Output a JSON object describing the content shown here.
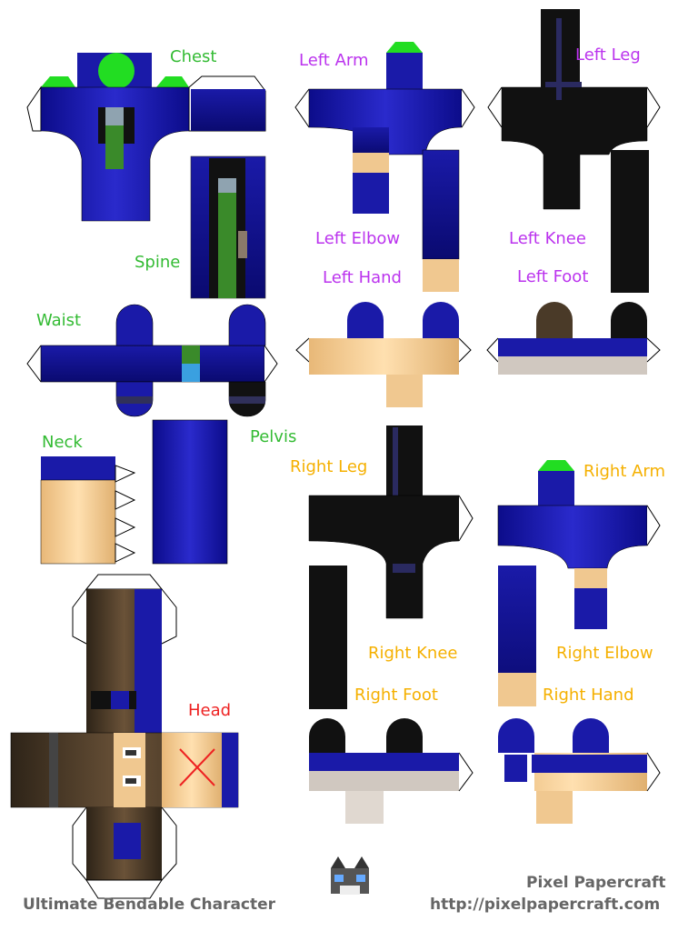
{
  "labels": {
    "chest": "Chest",
    "spine": "Spine",
    "waist": "Waist",
    "neck": "Neck",
    "pelvis": "Pelvis",
    "head": "Head",
    "left_arm": "Left Arm",
    "left_elbow": "Left Elbow",
    "left_hand": "Left Hand",
    "left_leg": "Left Leg",
    "left_knee": "Left Knee",
    "left_foot": "Left Foot",
    "right_leg": "Right Leg",
    "right_knee": "Right Knee",
    "right_foot": "Right Foot",
    "right_arm": "Right Arm",
    "right_elbow": "Right Elbow",
    "right_hand": "Right Hand"
  },
  "footer": {
    "title": "Ultimate Bendable Character",
    "brand": "Pixel Papercraft",
    "url": "http://pixelpapercraft.com"
  },
  "colors": {
    "blue": "#1a1aa8",
    "blue_dark": "#10107a",
    "skin": "#f0c890",
    "black": "#111111",
    "hair": "#4a3a28",
    "tab_green": "#22dd22",
    "label_green": "#33bb33",
    "label_purple": "#bb33ee",
    "label_orange": "#f5b000",
    "label_red": "#ee2222"
  }
}
